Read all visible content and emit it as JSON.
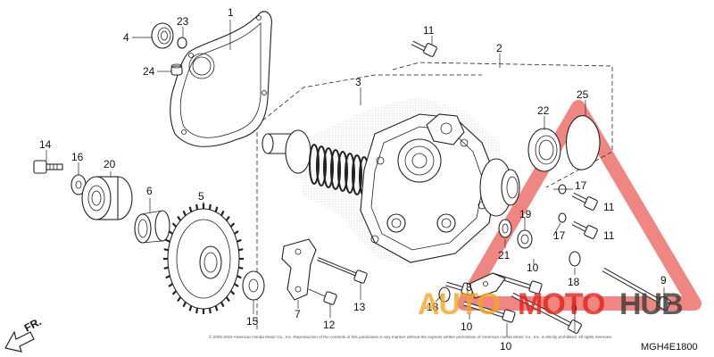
{
  "diagram": {
    "callouts": {
      "c1": "1",
      "c2": "2",
      "c3": "3",
      "c4": "4",
      "c5": "5",
      "c6": "6",
      "c7": "7",
      "c8": "8",
      "c9a": "9",
      "c9b": "9",
      "c10a": "10",
      "c10b": "10",
      "c10c": "10",
      "c11a": "11",
      "c11b": "11",
      "c11c": "11",
      "c12": "12",
      "c13": "13",
      "c14": "14",
      "c15": "15",
      "c16": "16",
      "c17a": "17",
      "c17b": "17",
      "c18a": "18",
      "c18b": "18",
      "c19": "19",
      "c20": "20",
      "c21": "21",
      "c22": "22",
      "c23": "23",
      "c24": "24",
      "c25": "25"
    },
    "direction_label": "FR.",
    "diagram_code": "MGH4E1800",
    "copyright": "© 2005-2015 American Honda Motor Co., Inc. Reproduction of the contents of this publication in any manner without the express written permission of American Honda Motor Co., Inc. is strictly prohibited. All rights reserved.",
    "watermark": {
      "part1": "AUTO",
      "part2": "MOTO",
      "part3": "HUB"
    }
  },
  "colors": {
    "watermark_red": "#e2231a",
    "watermark_orange": "#f5a623",
    "watermark_dark": "#3a3a3a"
  }
}
